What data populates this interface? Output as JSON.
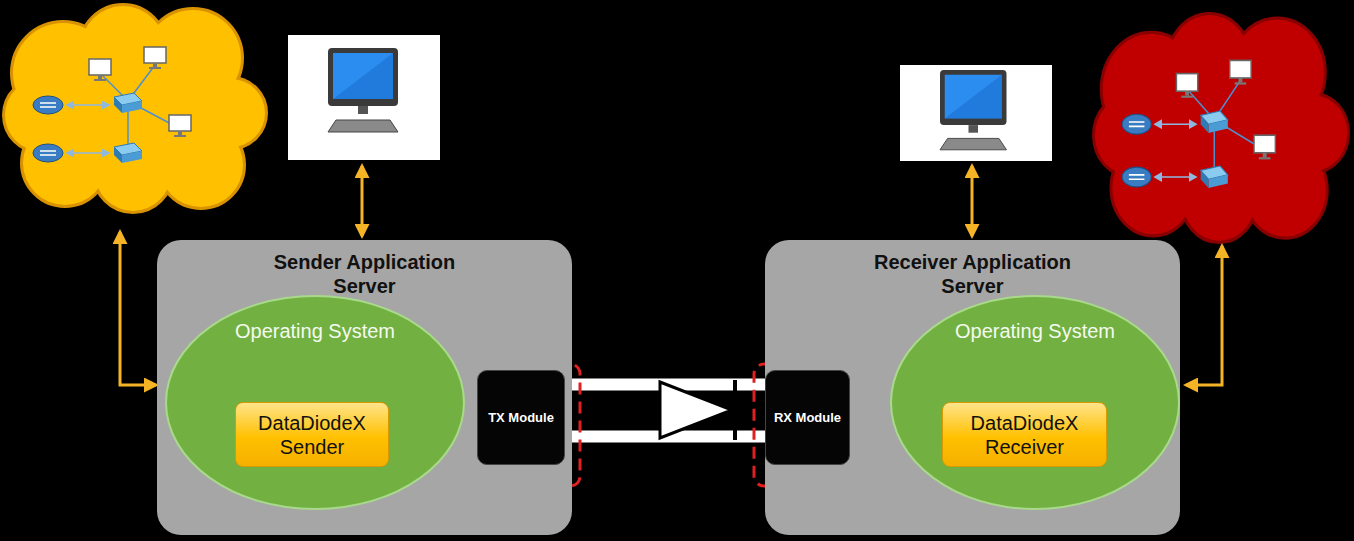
{
  "diagram": {
    "nodes": [
      {
        "text": [
          "Sender Application Server"
        ]
      },
      {
        "text": [
          "Operating System"
        ],
        "in": 0
      },
      {
        "text": [
          "DataDiodeX Sender"
        ],
        "in": 1
      },
      {
        "text": [
          "TX Module"
        ],
        "in": 0
      },
      {
        "text": [
          "Receiver Application Server"
        ]
      },
      {
        "text": [
          "RX Module"
        ],
        "in": 4
      },
      {
        "text": [
          "Operating System"
        ],
        "in": 4
      },
      {
        "text": [
          "DataDiodeX Receiver"
        ],
        "in": 6
      }
    ],
    "edges": [
      {
        "from": 2,
        "to": 3,
        "arrow": "to"
      },
      {
        "from": 3,
        "to": 5,
        "arrow": "none"
      },
      {
        "from": 5,
        "to": 7,
        "arrow": "to"
      }
    ]
  }
}
